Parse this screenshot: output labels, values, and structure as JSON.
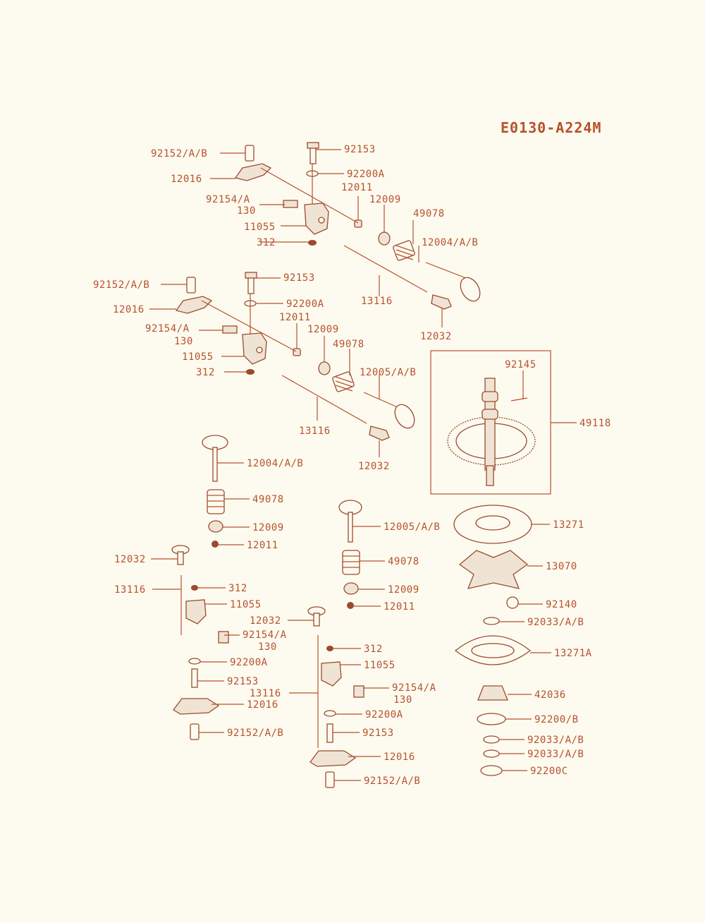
{
  "diagram": {
    "code": "E0130-A224M",
    "colors": {
      "line": "#b8502e",
      "background": "#fdfbef"
    },
    "labels": {
      "l01": "92153",
      "l02": "92152/A/B",
      "l03": "92200A",
      "l04": "12016",
      "l05": "12011",
      "l06": "92154/A",
      "l07": "130",
      "l08": "12009",
      "l09": "49078",
      "l10": "11055",
      "l11": "312",
      "l12": "12004/A/B",
      "l13": "92153",
      "l14": "92152/A/B",
      "l15": "13116",
      "l16": "92200A",
      "l17": "12016",
      "l18": "12011",
      "l19": "12032",
      "l20": "92154/A",
      "l21": "12009",
      "l22": "130",
      "l23": "49078",
      "l24": "11055",
      "l25": "12005/A/B",
      "l26": "312",
      "l27": "92145",
      "l28": "49118",
      "l29": "13116",
      "l30": "12004/A/B",
      "l31": "12032",
      "l32": "49078",
      "l33": "13271",
      "l34": "12009",
      "l35": "12005/A/B",
      "l36": "12011",
      "l37": "12032",
      "l38": "49078",
      "l39": "13070",
      "l40": "13116",
      "l41": "312",
      "l42": "12009",
      "l43": "11055",
      "l44": "12011",
      "l45": "92140",
      "l46": "12032",
      "l47": "92033/A/B",
      "l48": "92154/A",
      "l49": "130",
      "l50": "13271A",
      "l51": "92200A",
      "l52": "312",
      "l53": "92153",
      "l54": "11055",
      "l55": "13116",
      "l56": "92154/A",
      "l57": "12016",
      "l58": "130",
      "l59": "42036",
      "l60": "92200A",
      "l61": "92152/A/B",
      "l62": "92153",
      "l63": "92200/B",
      "l64": "92033/A/B",
      "l65": "12016",
      "l66": "92033/A/B",
      "l67": "92152/A/B",
      "l68": "92200C"
    }
  }
}
